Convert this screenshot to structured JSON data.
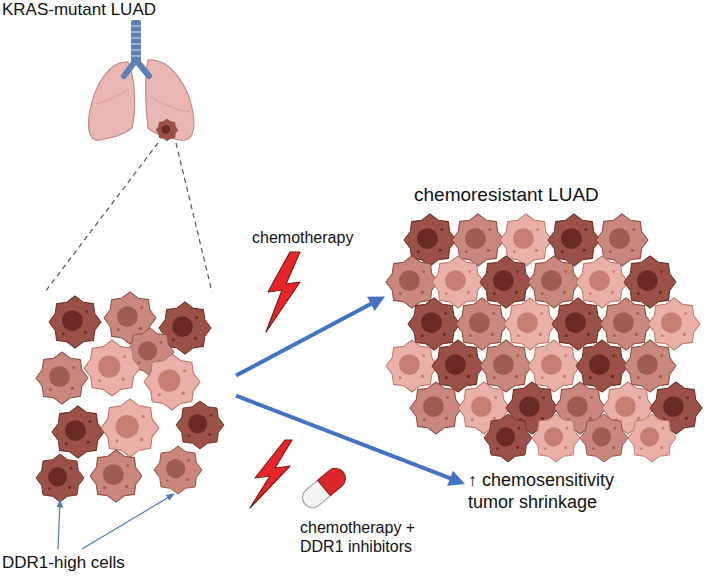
{
  "diagram": {
    "nodes": [
      {
        "text": [
          "KRAS-mutant LUAD"
        ]
      },
      {
        "text": [
          "DDR1-high cells"
        ]
      },
      {
        "text": [
          "chemoresistant LUAD"
        ]
      },
      {
        "text": [
          "↑ chemosensitivity tumor shrinkage"
        ]
      }
    ],
    "edges": [
      {
        "from": 0,
        "to": 1,
        "arrow": "none"
      },
      {
        "from": 1,
        "to": 2,
        "arrow": "to"
      },
      {
        "from": 1,
        "to": 3,
        "arrow": "to"
      }
    ],
    "labels": [
      "chemotherapy",
      "chemotherapy + DDR1 inhibitors"
    ]
  }
}
